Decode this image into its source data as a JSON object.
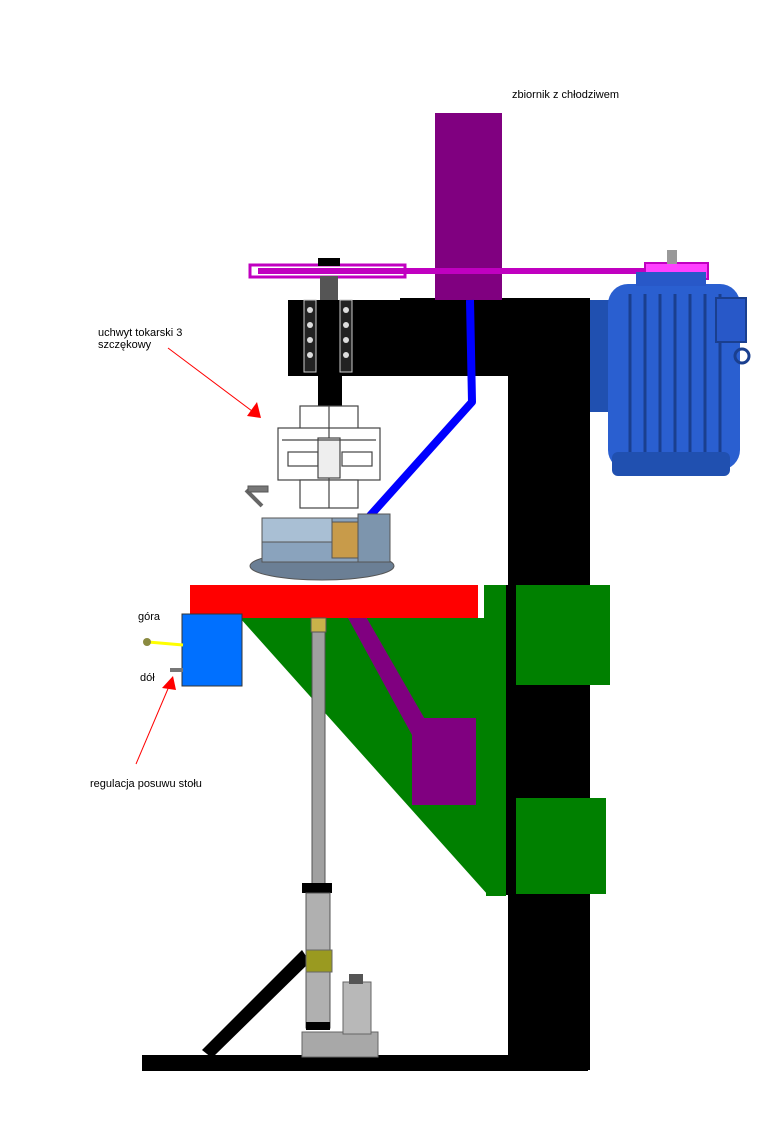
{
  "labels": {
    "coolant_tank": "zbiornik z   chłodziwem",
    "lathe_chuck_line1": "uchwyt tokarski 3",
    "lathe_chuck_line2": "szczękowy",
    "up": "góra",
    "down": "dół",
    "table_feed": "regulacja posuwu stołu"
  },
  "colors": {
    "frame": "#000000",
    "table": "#ff0000",
    "bracket": "#008000",
    "tank": "#800080",
    "belt": "#c000c0",
    "belt_light": "#ff40ff",
    "coolant_pipe": "#0000ff",
    "valve": "#0070ff",
    "lever_up": "#ffff00",
    "motor": "#2a5fd0",
    "arrow": "#ff0000",
    "jack": "#a0a0a0",
    "olive": "#9a9a20"
  }
}
